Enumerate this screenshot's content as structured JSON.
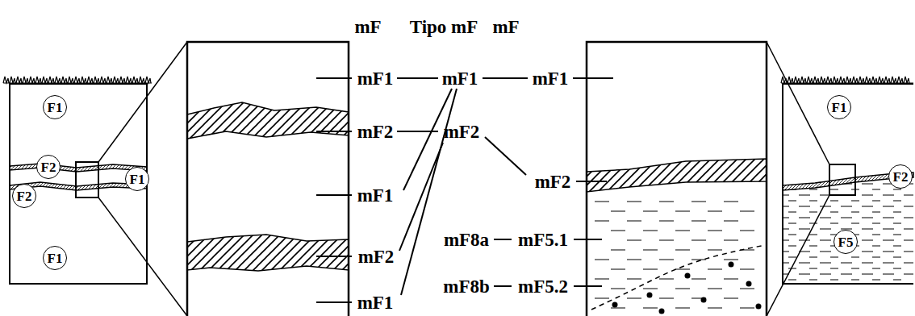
{
  "diagram": {
    "nodes": [
      {
        "text": [
          "F1"
        ]
      },
      {
        "text": [
          "F2"
        ]
      },
      {
        "text": [
          "F2"
        ]
      },
      {
        "text": [
          "F1"
        ]
      },
      {
        "text": [
          "F1"
        ]
      },
      {
        "text": [
          "F1"
        ]
      },
      {
        "text": [
          "F2"
        ]
      },
      {
        "text": [
          "F5"
        ]
      }
    ],
    "labels": [
      "mF",
      "Tipo mF",
      "mF",
      "mF1",
      "mF1",
      "mF1",
      "mF2",
      "mF2",
      "mF1",
      "mF2",
      "mF8a",
      "mF5.1",
      "mF2",
      "mF8b",
      "mF5.2",
      "mF1"
    ]
  }
}
